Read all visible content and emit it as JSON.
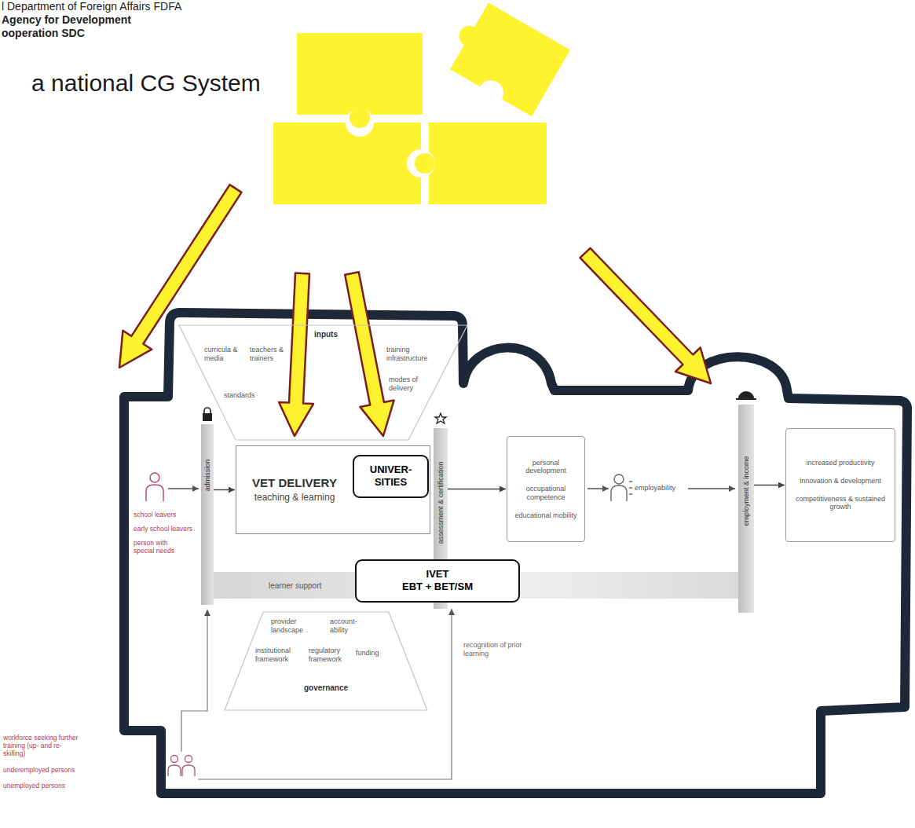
{
  "diagram": {
    "title": "a national CG System",
    "nodes": [
      {
        "text": [
          "inputs",
          "curricula & media",
          "teachers & trainers",
          "training infrastructure",
          "standards",
          "modes of delivery"
        ]
      },
      {
        "text": [
          "admission"
        ]
      },
      {
        "text": [
          "VET DELIVERY",
          "teaching & learning"
        ]
      },
      {
        "text": [
          "UNIVER- SITIES"
        ],
        "in": 2
      },
      {
        "text": [
          "assessment & certification"
        ]
      },
      {
        "text": [
          "personal development",
          "occupational competence",
          "educational mobility"
        ]
      },
      {
        "text": [
          "employment & income"
        ]
      },
      {
        "text": [
          "increased productivity",
          "innovation & development",
          "competitiveness & sustained growth"
        ]
      },
      {
        "text": [
          "learner support"
        ]
      },
      {
        "text": [
          "IVET",
          "EBT + BET/SM"
        ]
      },
      {
        "text": [
          "provider landscape",
          "account- ability",
          "institutional framework",
          "regulatory framework",
          "funding",
          "governance"
        ]
      }
    ],
    "edges": [
      {
        "from": 1,
        "to": 2,
        "arrow": "to"
      },
      {
        "from": 4,
        "to": 5,
        "arrow": "to"
      },
      {
        "from": 6,
        "to": 7,
        "arrow": "to"
      }
    ],
    "labels": [
      "l Department of Foreign Affairs FDFA",
      "Agency for Development",
      "ooperation SDC",
      "school leavers",
      "early school leavers",
      "person with special needs",
      "employability",
      "workforce seeking further training (up- and re-skilling)",
      "underemployed persons",
      "unemployed persons",
      "recognition of prior learning"
    ]
  }
}
